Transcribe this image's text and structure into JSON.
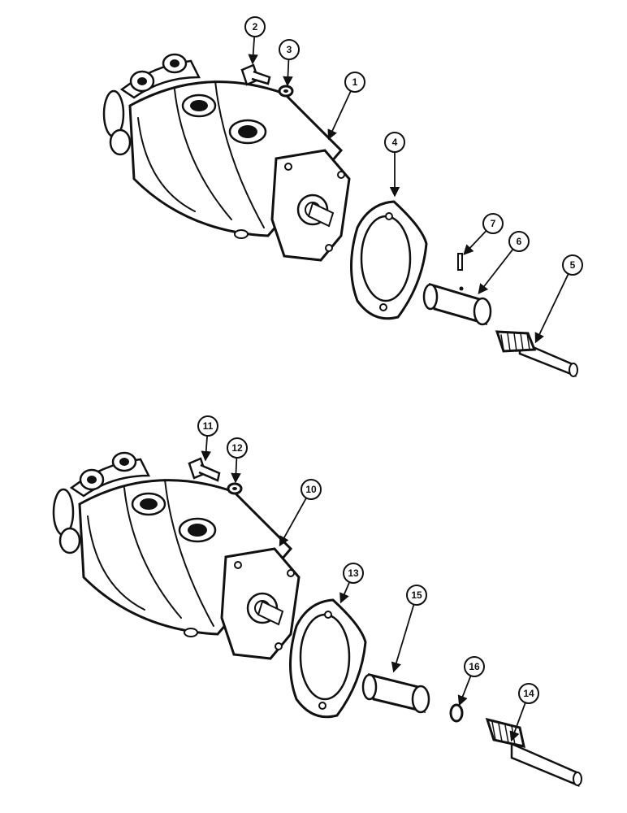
{
  "callouts": [
    {
      "id": "callout-1",
      "text": "1"
    },
    {
      "id": "callout-2",
      "text": "2"
    },
    {
      "id": "callout-3",
      "text": "3"
    },
    {
      "id": "callout-4",
      "text": "4"
    },
    {
      "id": "callout-5",
      "text": "5"
    },
    {
      "id": "callout-6",
      "text": "6"
    },
    {
      "id": "callout-7",
      "text": "7"
    },
    {
      "id": "callout-10",
      "text": "10"
    },
    {
      "id": "callout-11",
      "text": "11"
    },
    {
      "id": "callout-12",
      "text": "12"
    },
    {
      "id": "callout-13",
      "text": "13"
    },
    {
      "id": "callout-14",
      "text": "14"
    },
    {
      "id": "callout-15",
      "text": "15"
    },
    {
      "id": "callout-16",
      "text": "16"
    }
  ],
  "colors": {
    "ink": "#111111",
    "background": "#ffffff"
  }
}
